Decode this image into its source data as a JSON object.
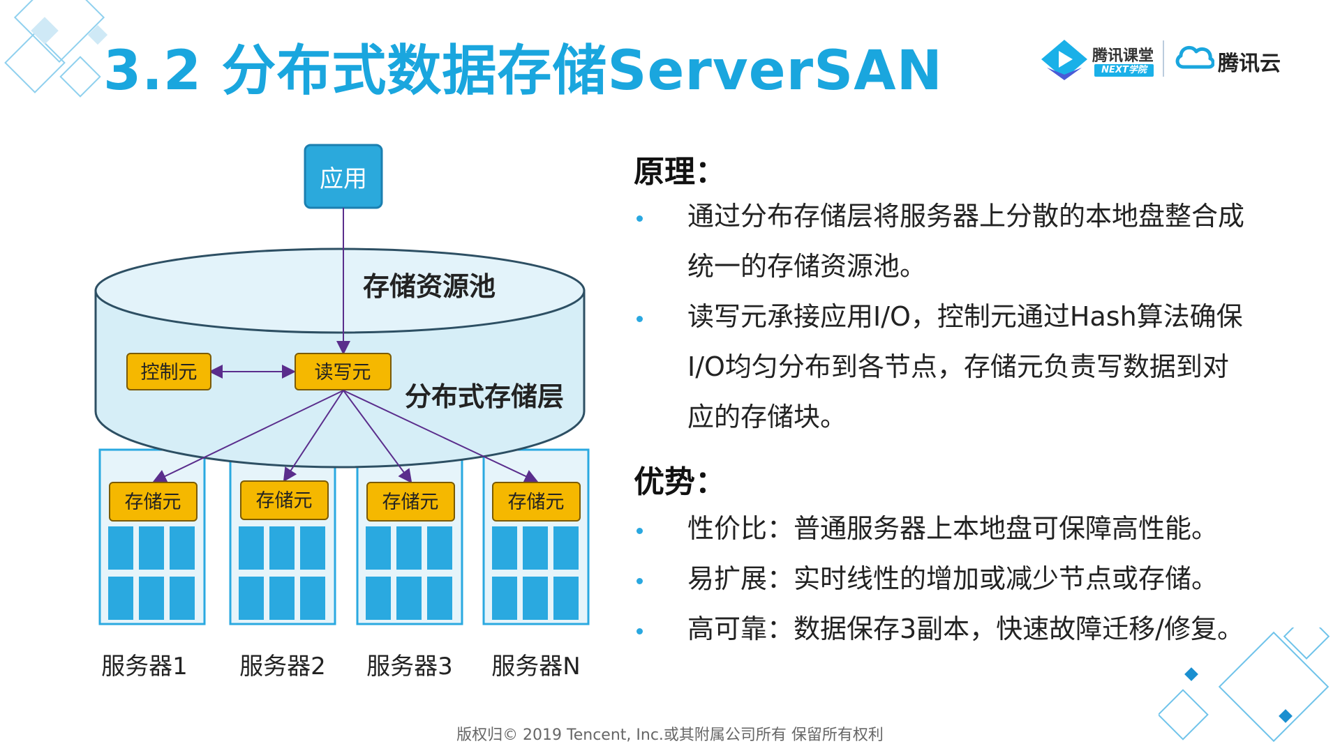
{
  "slide": {
    "title": "3.2 分布式数据存储ServerSAN",
    "footer": "版权归© 2019 Tencent, Inc.或其附属公司所有 保留所有权利"
  },
  "logos": {
    "ketang_text": "腾讯课堂",
    "ketang_badge": "NEXT学院",
    "cloud_text": "腾讯云",
    "ketang_icon": "play-diamond-icon",
    "cloud_icon": "cloud-icon"
  },
  "diagram": {
    "app_label": "应用",
    "pool_label": "存储资源池",
    "layer_label": "分布式存储层",
    "control_label": "控制元",
    "rw_label": "读写元",
    "storage_unit_label": "存储元",
    "servers": [
      {
        "name": "服务器1",
        "unit": "存储元"
      },
      {
        "name": "服务器2",
        "unit": "存储元"
      },
      {
        "name": "服务器3",
        "unit": "存储元"
      },
      {
        "name": "服务器N",
        "unit": "存储元"
      }
    ]
  },
  "principle": {
    "heading": "原理：",
    "bullets": [
      {
        "lines": [
          "通过分布存储层将服务器上分散的本地盘整合成",
          "统一的存储资源池。"
        ]
      },
      {
        "lines": [
          "读写元承接应用I/O，控制元通过Hash算法确保",
          "I/O均匀分布到各节点，存储元负责写数据到对",
          "应的存储块。"
        ]
      }
    ]
  },
  "advantage": {
    "heading": "优势：",
    "bullets": [
      {
        "lines": [
          "性价比：普通服务器上本地盘可保障高性能。"
        ]
      },
      {
        "lines": [
          "易扩展：实时线性的增加或减少节点或存储。"
        ]
      },
      {
        "lines": [
          "高可靠：数据保存3副本，快速故障迁移/修复。"
        ]
      }
    ]
  },
  "colors": {
    "title": "#1aa6de",
    "accent_box": "#f5b800",
    "app_box": "#2ba9dc",
    "cylinder": "#d6eef7",
    "server_block": "#2aa9e0",
    "arrow": "#5a2d8c"
  }
}
